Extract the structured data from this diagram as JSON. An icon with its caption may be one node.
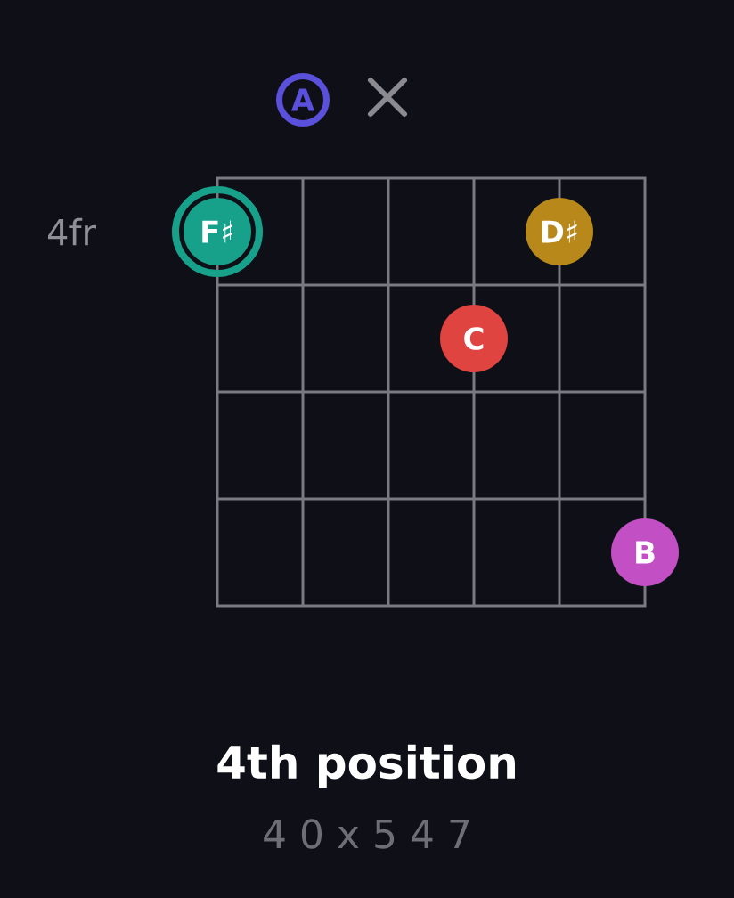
{
  "diagram": {
    "title": "4th position",
    "caption": "4 0 x 5 4 7",
    "nodes": [
      {
        "text": [
          "A"
        ]
      },
      {
        "text": [
          "F♯"
        ]
      },
      {
        "text": [
          "D♯"
        ]
      },
      {
        "text": [
          "C"
        ]
      },
      {
        "text": [
          "B"
        ]
      }
    ],
    "labels": [
      "4fr"
    ]
  }
}
